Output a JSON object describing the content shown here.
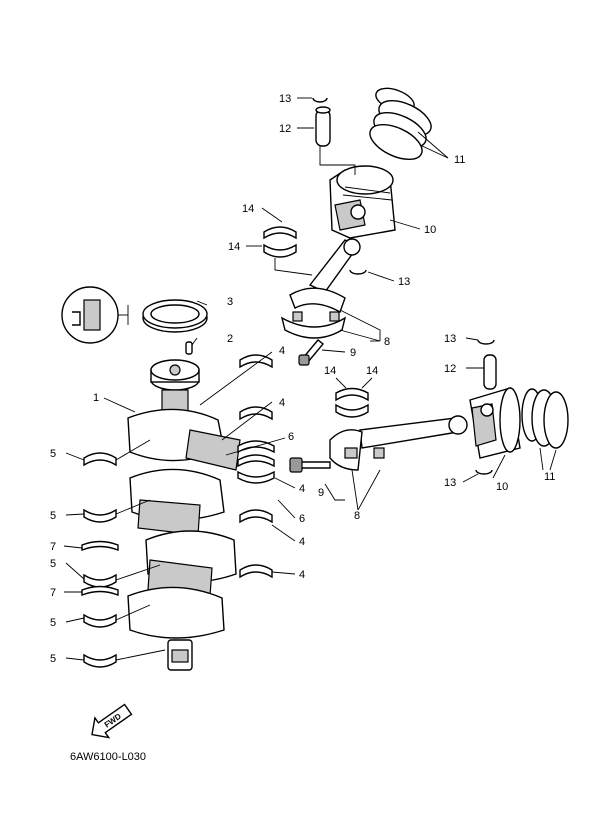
{
  "drawing_code": "6AW6100-L030",
  "fwd_label": "FWD",
  "callouts": [
    "1",
    "2",
    "3",
    "4",
    "4",
    "4",
    "4",
    "4",
    "5",
    "5",
    "5",
    "5",
    "5",
    "6",
    "6",
    "7",
    "7",
    "8",
    "8",
    "9",
    "9",
    "10",
    "10",
    "11",
    "11",
    "12",
    "12",
    "13",
    "13",
    "13",
    "13",
    "14",
    "14",
    "14",
    "14"
  ]
}
